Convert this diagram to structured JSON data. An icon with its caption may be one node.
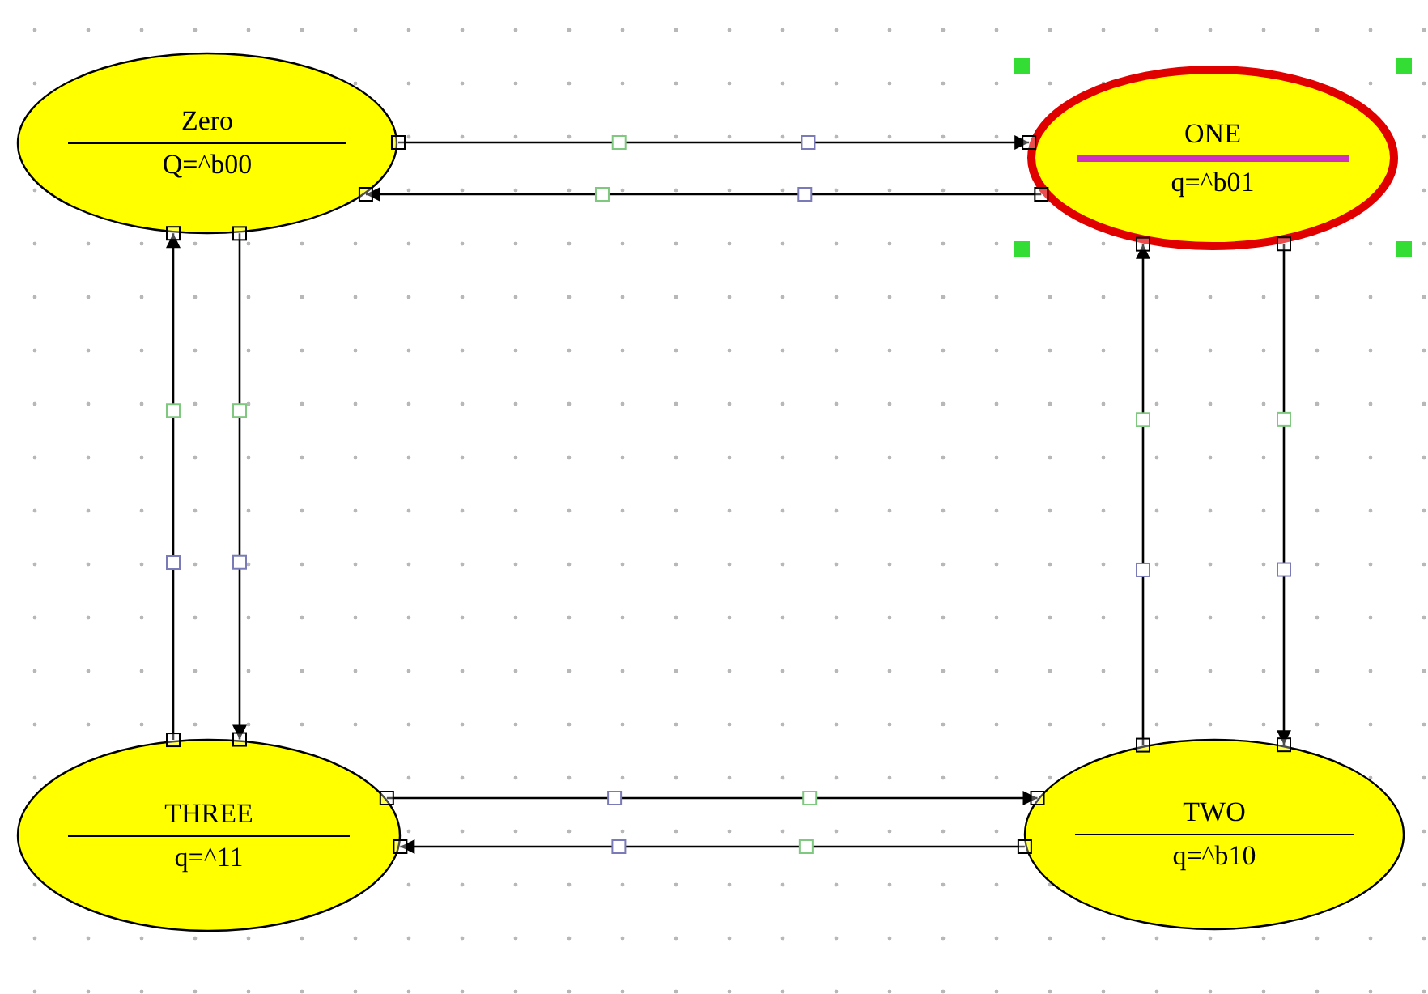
{
  "diagram": {
    "nodes": [
      {
        "text": [
          "Zero",
          "Q=^b00"
        ]
      },
      {
        "text": [
          "ONE",
          "q=^b01"
        ]
      },
      {
        "text": [
          "THREE",
          "q=^11"
        ]
      },
      {
        "text": [
          "TWO",
          "q=^b10"
        ]
      }
    ],
    "edges": [
      {
        "from": 0,
        "to": 1,
        "arrow": "to"
      },
      {
        "from": 1,
        "to": 0,
        "arrow": "to"
      },
      {
        "from": 0,
        "to": 2,
        "arrow": "to"
      },
      {
        "from": 2,
        "to": 0,
        "arrow": "to"
      },
      {
        "from": 1,
        "to": 3,
        "arrow": "to"
      },
      {
        "from": 3,
        "to": 1,
        "arrow": "to"
      },
      {
        "from": 3,
        "to": 2,
        "arrow": "to"
      },
      {
        "from": 2,
        "to": 3,
        "arrow": "to"
      }
    ]
  }
}
